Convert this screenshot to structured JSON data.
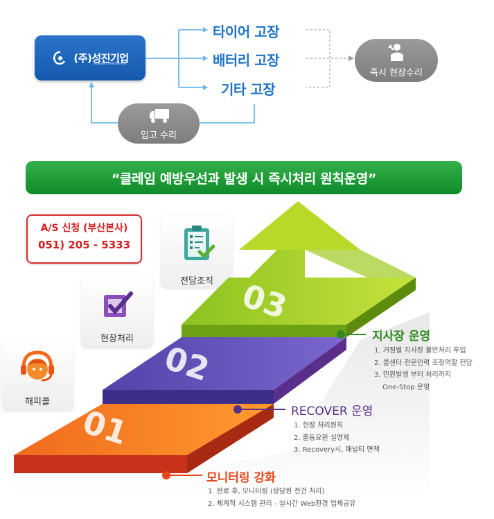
{
  "company": {
    "name": "(주)성진기업",
    "sub": "SUNGJIN CORPORATION"
  },
  "breakdowns": [
    "타이어 고장",
    "배터리 고장",
    "기타 고장"
  ],
  "onsite_repair": {
    "label": "즉시 현장수리",
    "icon": "mechanic-icon"
  },
  "inbound_repair": {
    "label": "입고 수리",
    "icon": "truck-icon"
  },
  "banner": "“클레임 예방우선과 발생 시 즉시처리 원칙운영”",
  "as_request": {
    "line1": "A/S 신청 (부산본사)",
    "phone": "051) 205 - 5333"
  },
  "cards": [
    {
      "label": "해피콜",
      "icon": "headset-icon"
    },
    {
      "label": "현장처리",
      "icon": "checkbox-icon"
    },
    {
      "label": "전담조직",
      "icon": "clipboard-checklist-icon"
    }
  ],
  "step_numbers": [
    "01",
    "02",
    "03"
  ],
  "steps": [
    {
      "title": "지사장 운영",
      "color": "#2f8a1f",
      "items": [
        "1. 거점별 지사장 불만처리 투입",
        "2. 콜센터 전문인력 조정역할 전담",
        "3. 민원발생 부터 처리까지",
        "One-Stop 운영"
      ]
    },
    {
      "title": "RECOVER 운영",
      "color": "#5a2e8a",
      "items": [
        "1. 현장 처리원칙",
        "2. 출동요원 실명제",
        "3. Recovery시, 패널티 면책"
      ]
    },
    {
      "title": "모니터링 강화",
      "color": "#e8461a",
      "items": [
        "1. 완료 후, 모니터링 (상담원 전건 처리)",
        "2. 체계적 시스템 관리 - 실시간 Web환경 업체공유"
      ]
    }
  ],
  "colors": {
    "blue": "#1d73c5",
    "green": "#34b14a",
    "red": "#d41e1e",
    "orange": "#e8461a",
    "purple": "#5a2e8a",
    "lime": "#8cc21f"
  }
}
